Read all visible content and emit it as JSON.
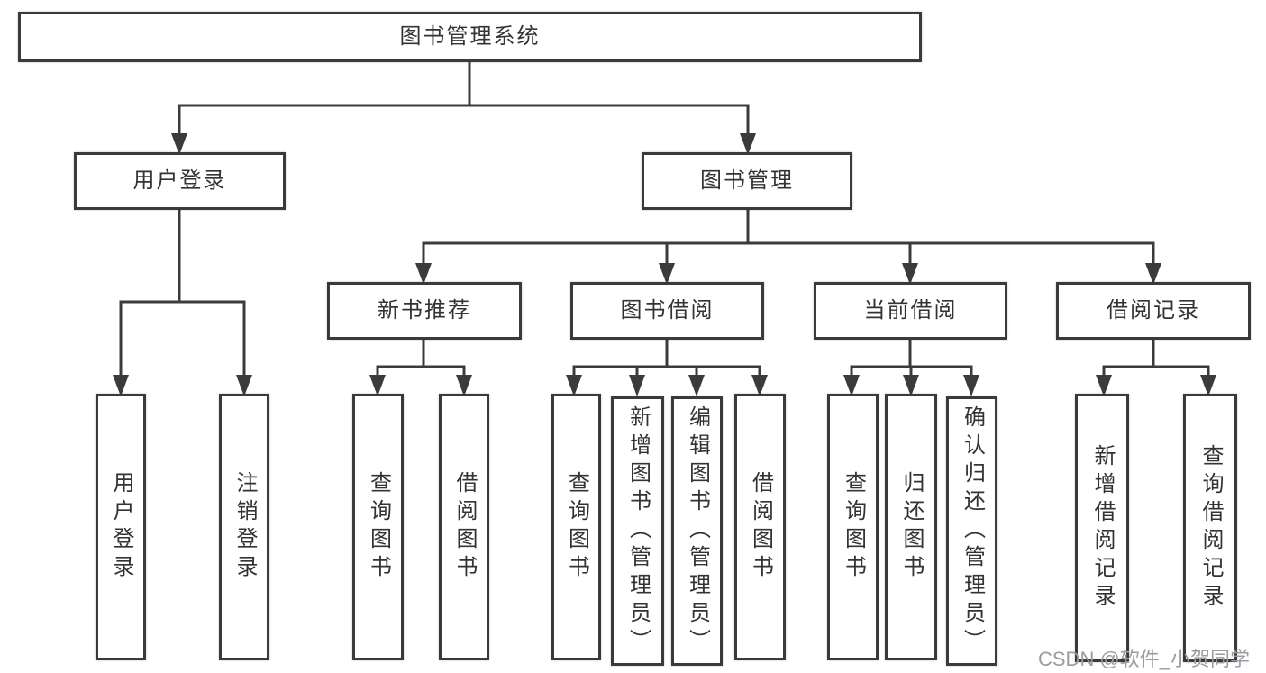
{
  "diagram": {
    "title": "图书管理系统",
    "level2": [
      "用户登录",
      "图书管理"
    ],
    "level3": [
      "新书推荐",
      "图书借阅",
      "当前借阅",
      "借阅记录"
    ],
    "leaves": [
      "用户登录",
      "注销登录",
      "查询图书",
      "借阅图书",
      "查询图书",
      "新增图书（管理员）",
      "编辑图书（管理员）",
      "借阅图书",
      "查询图书",
      "归还图书",
      "确认归还（管理员）",
      "新增借阅记录",
      "查询借阅记录"
    ]
  },
  "watermark": "CSDN @软件_小贺同学",
  "colors": {
    "line": "#3b3b3d",
    "box_border": "#3a3a3c",
    "text": "#333333",
    "background": "#ffffff",
    "watermark": "#9b9ba1"
  }
}
